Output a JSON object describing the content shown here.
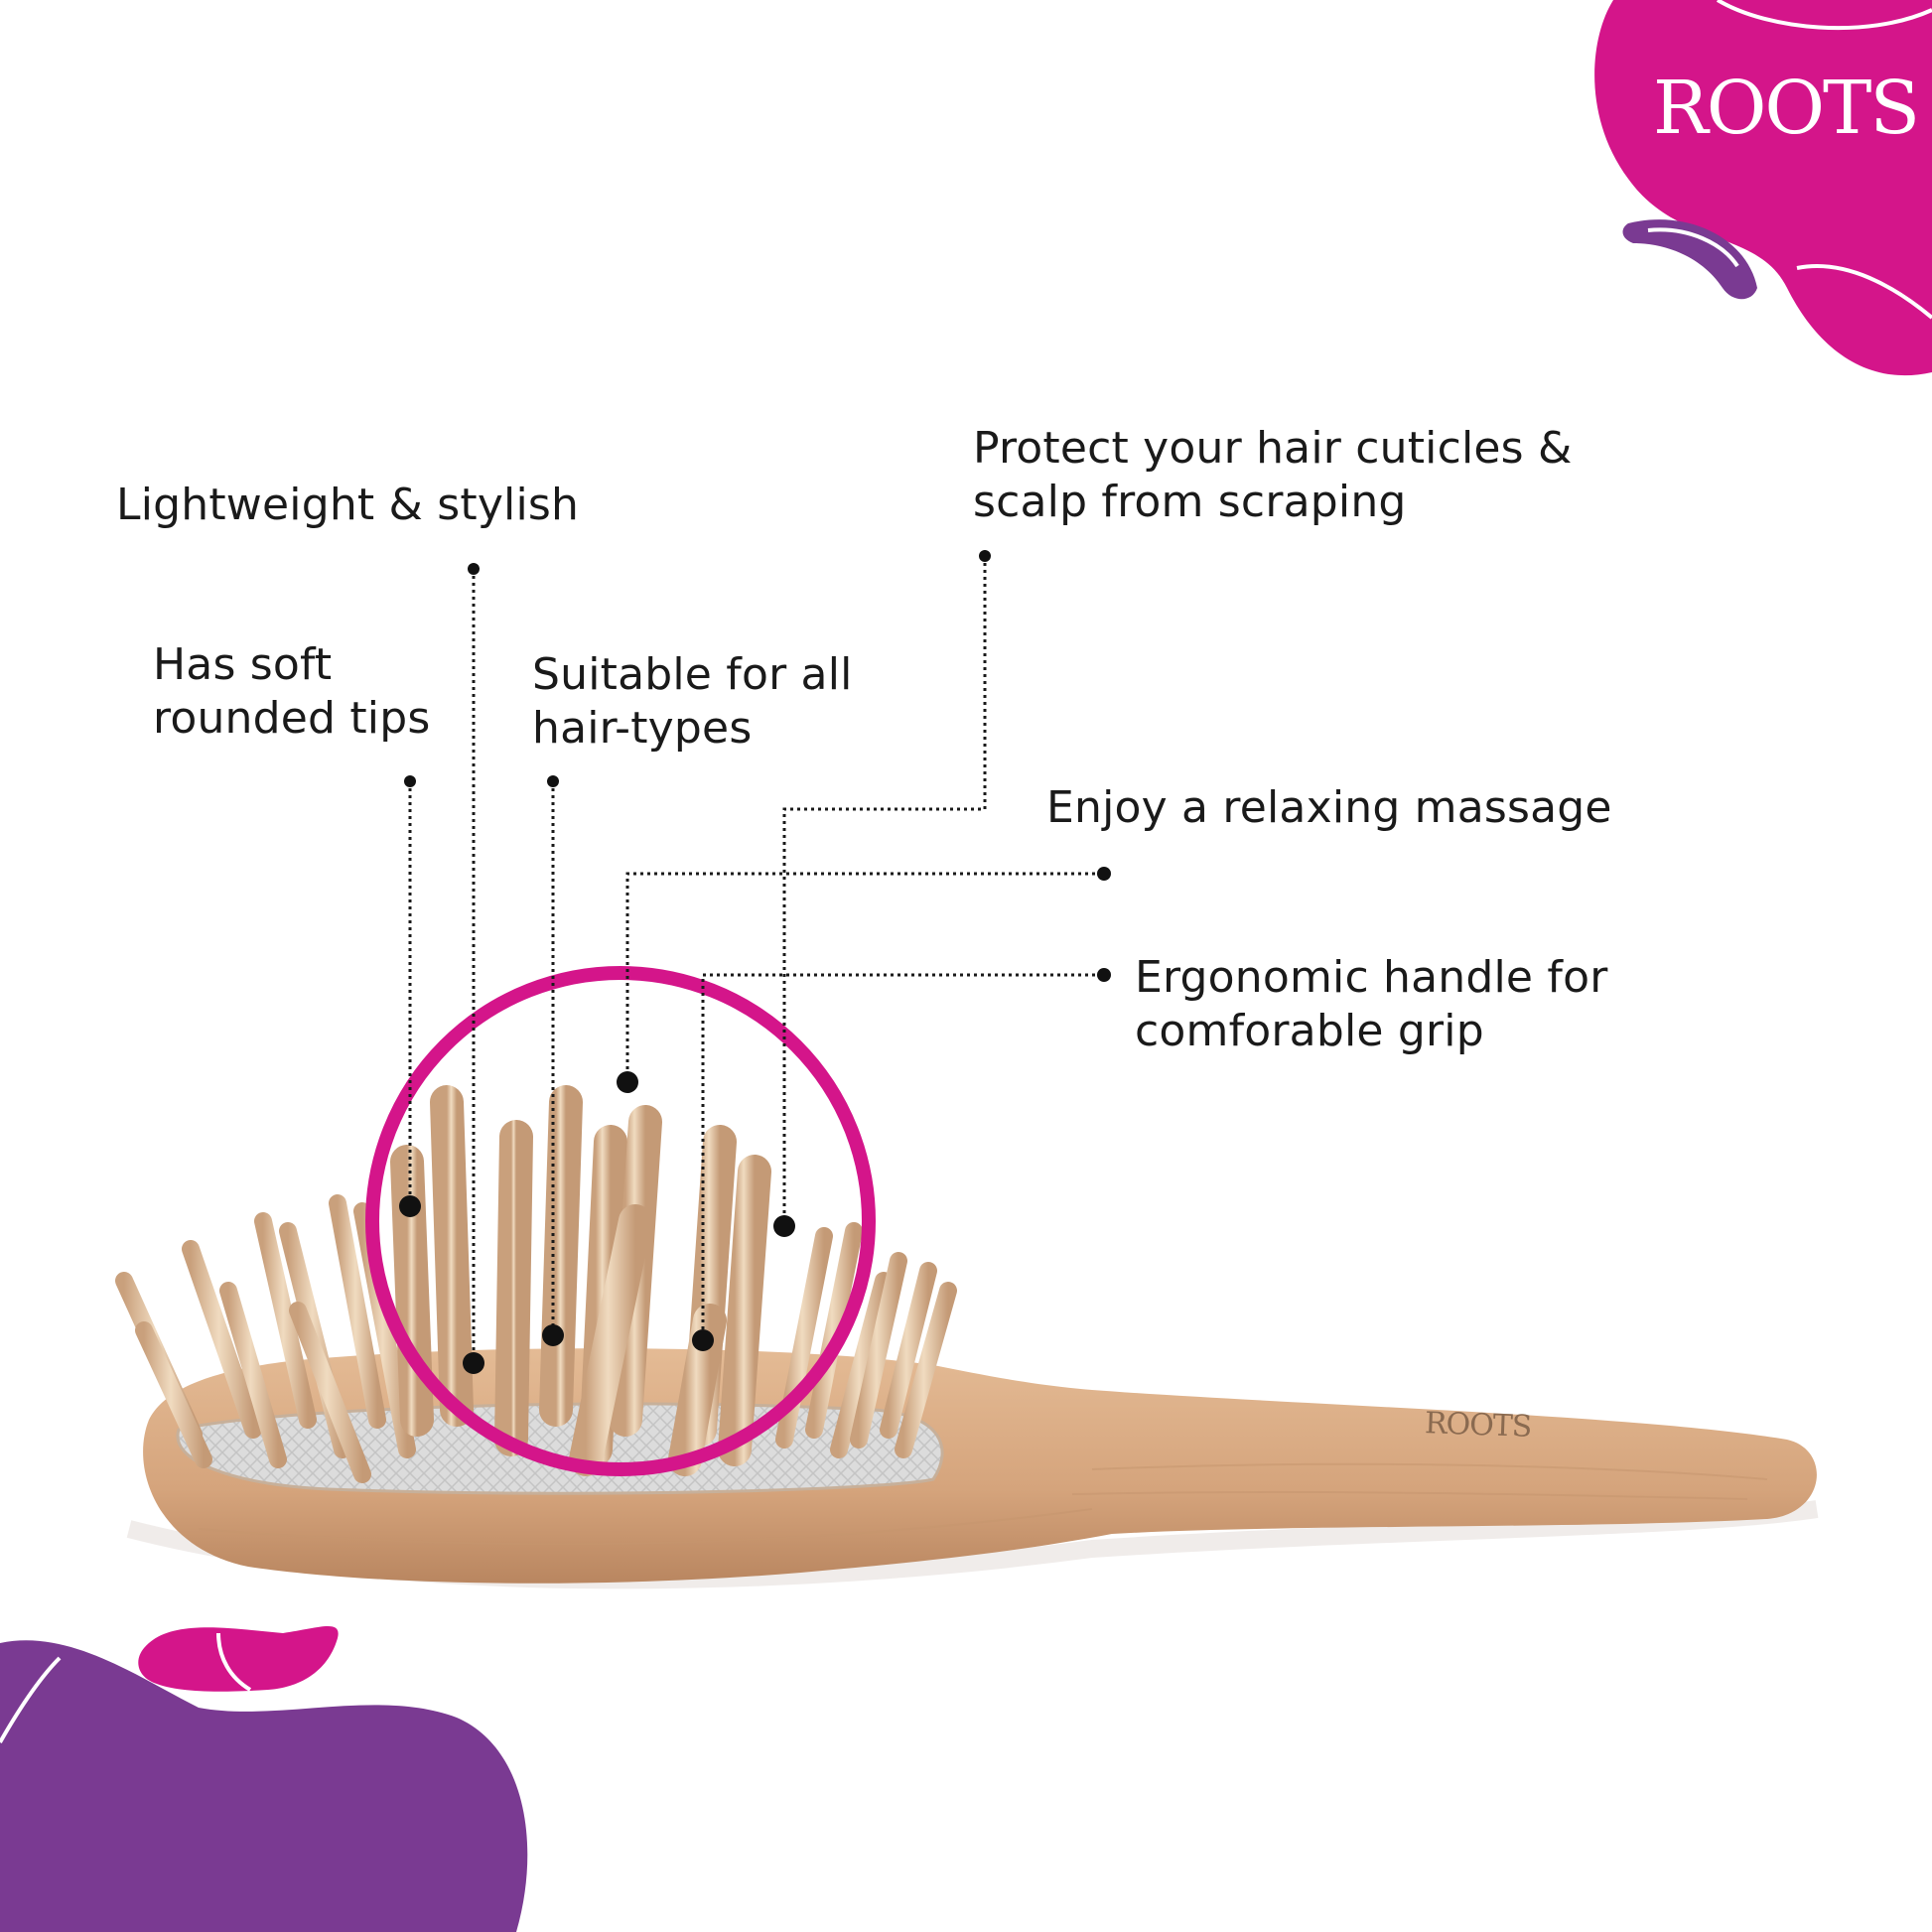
{
  "brand": {
    "name": "ROOTS",
    "colors": {
      "magenta": "#d4158a",
      "purple": "#7a3a92",
      "wood": "#d9ab82",
      "bristle": "#e8cfae"
    }
  },
  "product": {
    "engraving": "ROOTS"
  },
  "features": [
    {
      "id": "lightweight",
      "lines": [
        "Lightweight & stylish"
      ]
    },
    {
      "id": "soft-tips",
      "lines": [
        "Has soft",
        "rounded tips"
      ]
    },
    {
      "id": "all-hair",
      "lines": [
        "Suitable for all",
        "hair-types"
      ]
    },
    {
      "id": "protect",
      "lines": [
        "Protect your hair cuticles &",
        "scalp from scraping"
      ]
    },
    {
      "id": "massage",
      "lines": [
        "Enjoy a relaxing massage"
      ]
    },
    {
      "id": "ergonomic",
      "lines": [
        "Ergonomic handle for",
        "comforable grip"
      ]
    }
  ]
}
